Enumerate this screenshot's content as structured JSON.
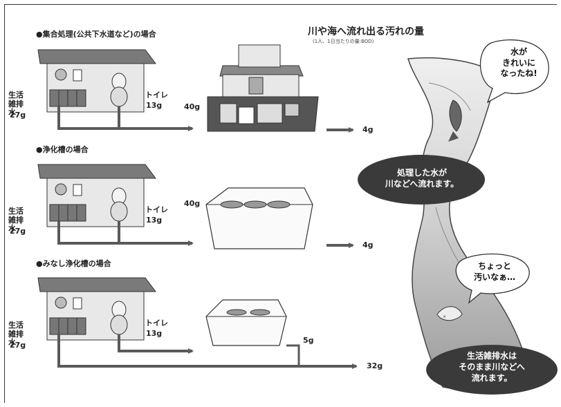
{
  "title": "川や海へ流れ出る汚れの量",
  "subtitle": "(1人、1日当たりの量:BOD)",
  "sections": [
    {
      "heading": "●集合処理(公共下水道など)の場合",
      "domestic_label": "生活雑排水",
      "domestic_value": "27g",
      "toilet_label": "トイレ",
      "toilet_value": "13g",
      "inflow_value": "40g",
      "outflow_value": "4g"
    },
    {
      "heading": "●浄化槽の場合",
      "domestic_label": "生活雑排水",
      "domestic_value": "27g",
      "toilet_label": "トイレ",
      "toilet_value": "13g",
      "inflow_value": "40g",
      "outflow_value": "4g"
    },
    {
      "heading": "●みなし浄化槽の場合",
      "domestic_label": "生活雑排水",
      "domestic_value": "27g",
      "toilet_label": "トイレ",
      "toilet_value": "13g",
      "tank_outflow_value": "5g",
      "outflow_value": "32g"
    }
  ],
  "bubbles": {
    "clean_water": "水が\nきれいに\nなったね!",
    "treated": "処理した水が\n川などへ流れます。",
    "dirty": "ちょっと\n汚いなぁ…",
    "untreated": "生活雑排水は\nそのまま川などへ\n流れます。"
  },
  "colors": {
    "roof": "#7a7a7a",
    "wall": "#e8e8e8",
    "arrow": "#5a5a5a",
    "river": "#d8d8d8",
    "dark_bubble": "#3a3a3a"
  }
}
